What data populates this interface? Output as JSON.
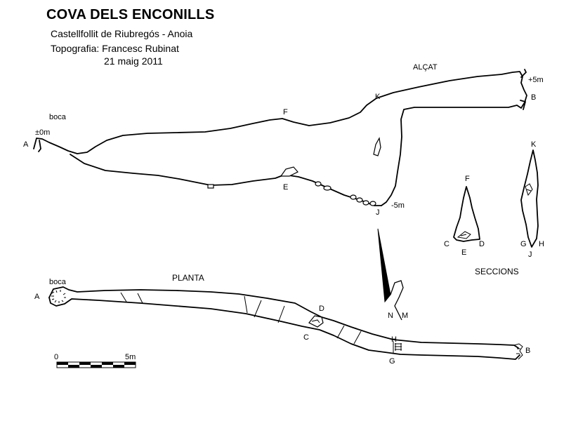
{
  "header": {
    "title": "COVA DELS ENCONILLS",
    "location": "Castellfollit de Riubregós - Anoia",
    "survey": "Topografia: Francesc Rubinat",
    "date": "21 maig 2011"
  },
  "elevation": {
    "heading": "ALÇAT",
    "entrance_label": "boca",
    "depth_zero": "±0m",
    "depth_top": "+5m",
    "depth_bottom": "-5m",
    "points": {
      "a": "A",
      "b": "B",
      "e": "E",
      "f": "F",
      "j": "J",
      "k": "K"
    }
  },
  "sections": {
    "heading": "SECCIONS",
    "points": {
      "f": "F",
      "c": "C",
      "d": "D",
      "e": "E",
      "k": "K",
      "g": "G",
      "h": "H",
      "j": "J"
    }
  },
  "plan": {
    "heading": "PLANTA",
    "entrance_label": "boca",
    "points": {
      "a": "A",
      "b": "B",
      "c": "C",
      "d": "D",
      "g": "G",
      "h": "H"
    }
  },
  "north": {
    "n": "N",
    "m": "M"
  },
  "scale": {
    "start": "0",
    "end": "5m"
  }
}
